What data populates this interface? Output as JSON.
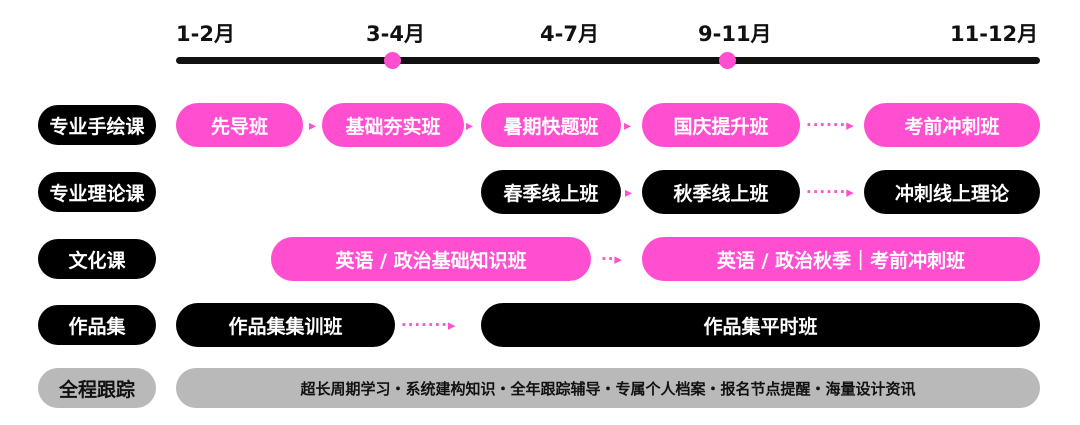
{
  "months": [
    "1-2月",
    "3-4月",
    "4-7月",
    "9-11月",
    "11-12月"
  ],
  "rows": {
    "drawing": {
      "label": "专业手绘课",
      "classes": [
        "先导班",
        "基础夯实班",
        "暑期快题班",
        "国庆提升班",
        "考前冲刺班"
      ]
    },
    "theory": {
      "label": "专业理论课",
      "classes": [
        "春季线上班",
        "秋季线上班",
        "冲刺线上理论"
      ]
    },
    "culture": {
      "label": "文化课",
      "classes": [
        "英语 / 政治基础知识班",
        "英语 / 政治秋季｜考前冲刺班"
      ]
    },
    "portfolio": {
      "label": "作品集",
      "classes": [
        "作品集集训班",
        "作品集平时班"
      ]
    },
    "tracking": {
      "label": "全程跟踪",
      "summary": "超长周期学习・系统建构知识・全年跟踪辅导・专属个人档案・报名节点提醒・海量设计资讯"
    }
  },
  "colors": {
    "pink": "#ff4fd0",
    "black": "#000000",
    "gray": "#b9b9b9"
  }
}
